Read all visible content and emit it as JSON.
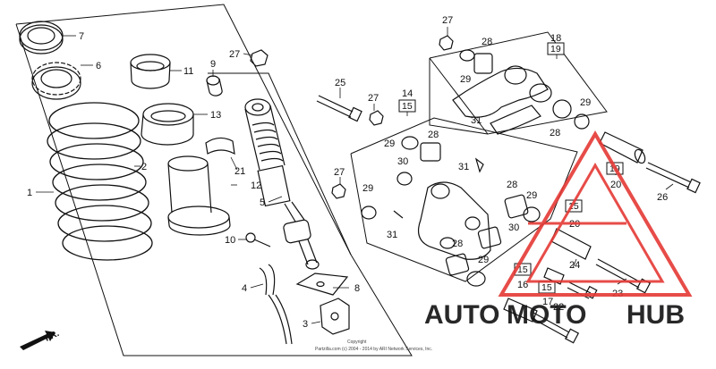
{
  "diagram": {
    "callouts": {
      "c1": "1",
      "c2": "2",
      "c3": "3",
      "c4": "4",
      "c5": "5",
      "c6": "6",
      "c7": "7",
      "c8": "8",
      "c9": "9",
      "c10": "10",
      "c11": "11",
      "c12": "12",
      "c13": "13",
      "c14": "14",
      "c16": "16",
      "c17": "17",
      "c18": "18",
      "c20a": "20",
      "c20b": "20",
      "c21": "21",
      "c22": "22",
      "c23": "23",
      "c24": "24",
      "c25": "25",
      "c26": "26",
      "c27a": "27",
      "c27b": "27",
      "c27c": "27",
      "c27d": "27",
      "c28a": "28",
      "c28b": "28",
      "c28c": "28",
      "c28d": "28",
      "c28e": "28",
      "c29a": "29",
      "c29b": "29",
      "c29c": "29",
      "c29d": "29",
      "c29e": "29",
      "c29f": "29",
      "c30a": "30",
      "c30b": "30",
      "c31a": "31",
      "c31b": "31",
      "c31c": "31"
    },
    "boxed": {
      "b15a": "15",
      "b15b": "15",
      "b15c": "15",
      "b15d": "15",
      "b19a": "19",
      "b19b": "19"
    },
    "direction": "FR.",
    "copyright": [
      "Copyright",
      "Partzilla.com (c) 2004 - 2014 by ARI Network Services, Inc."
    ]
  },
  "watermark": {
    "part1": "AUTO",
    "part2": "MOTO",
    "part3": "HUB",
    "colors": {
      "auto": "#f2c9a0",
      "moto": "#ef9a9a",
      "hub": "#8f8f8f",
      "triangle": "#e53935"
    }
  }
}
